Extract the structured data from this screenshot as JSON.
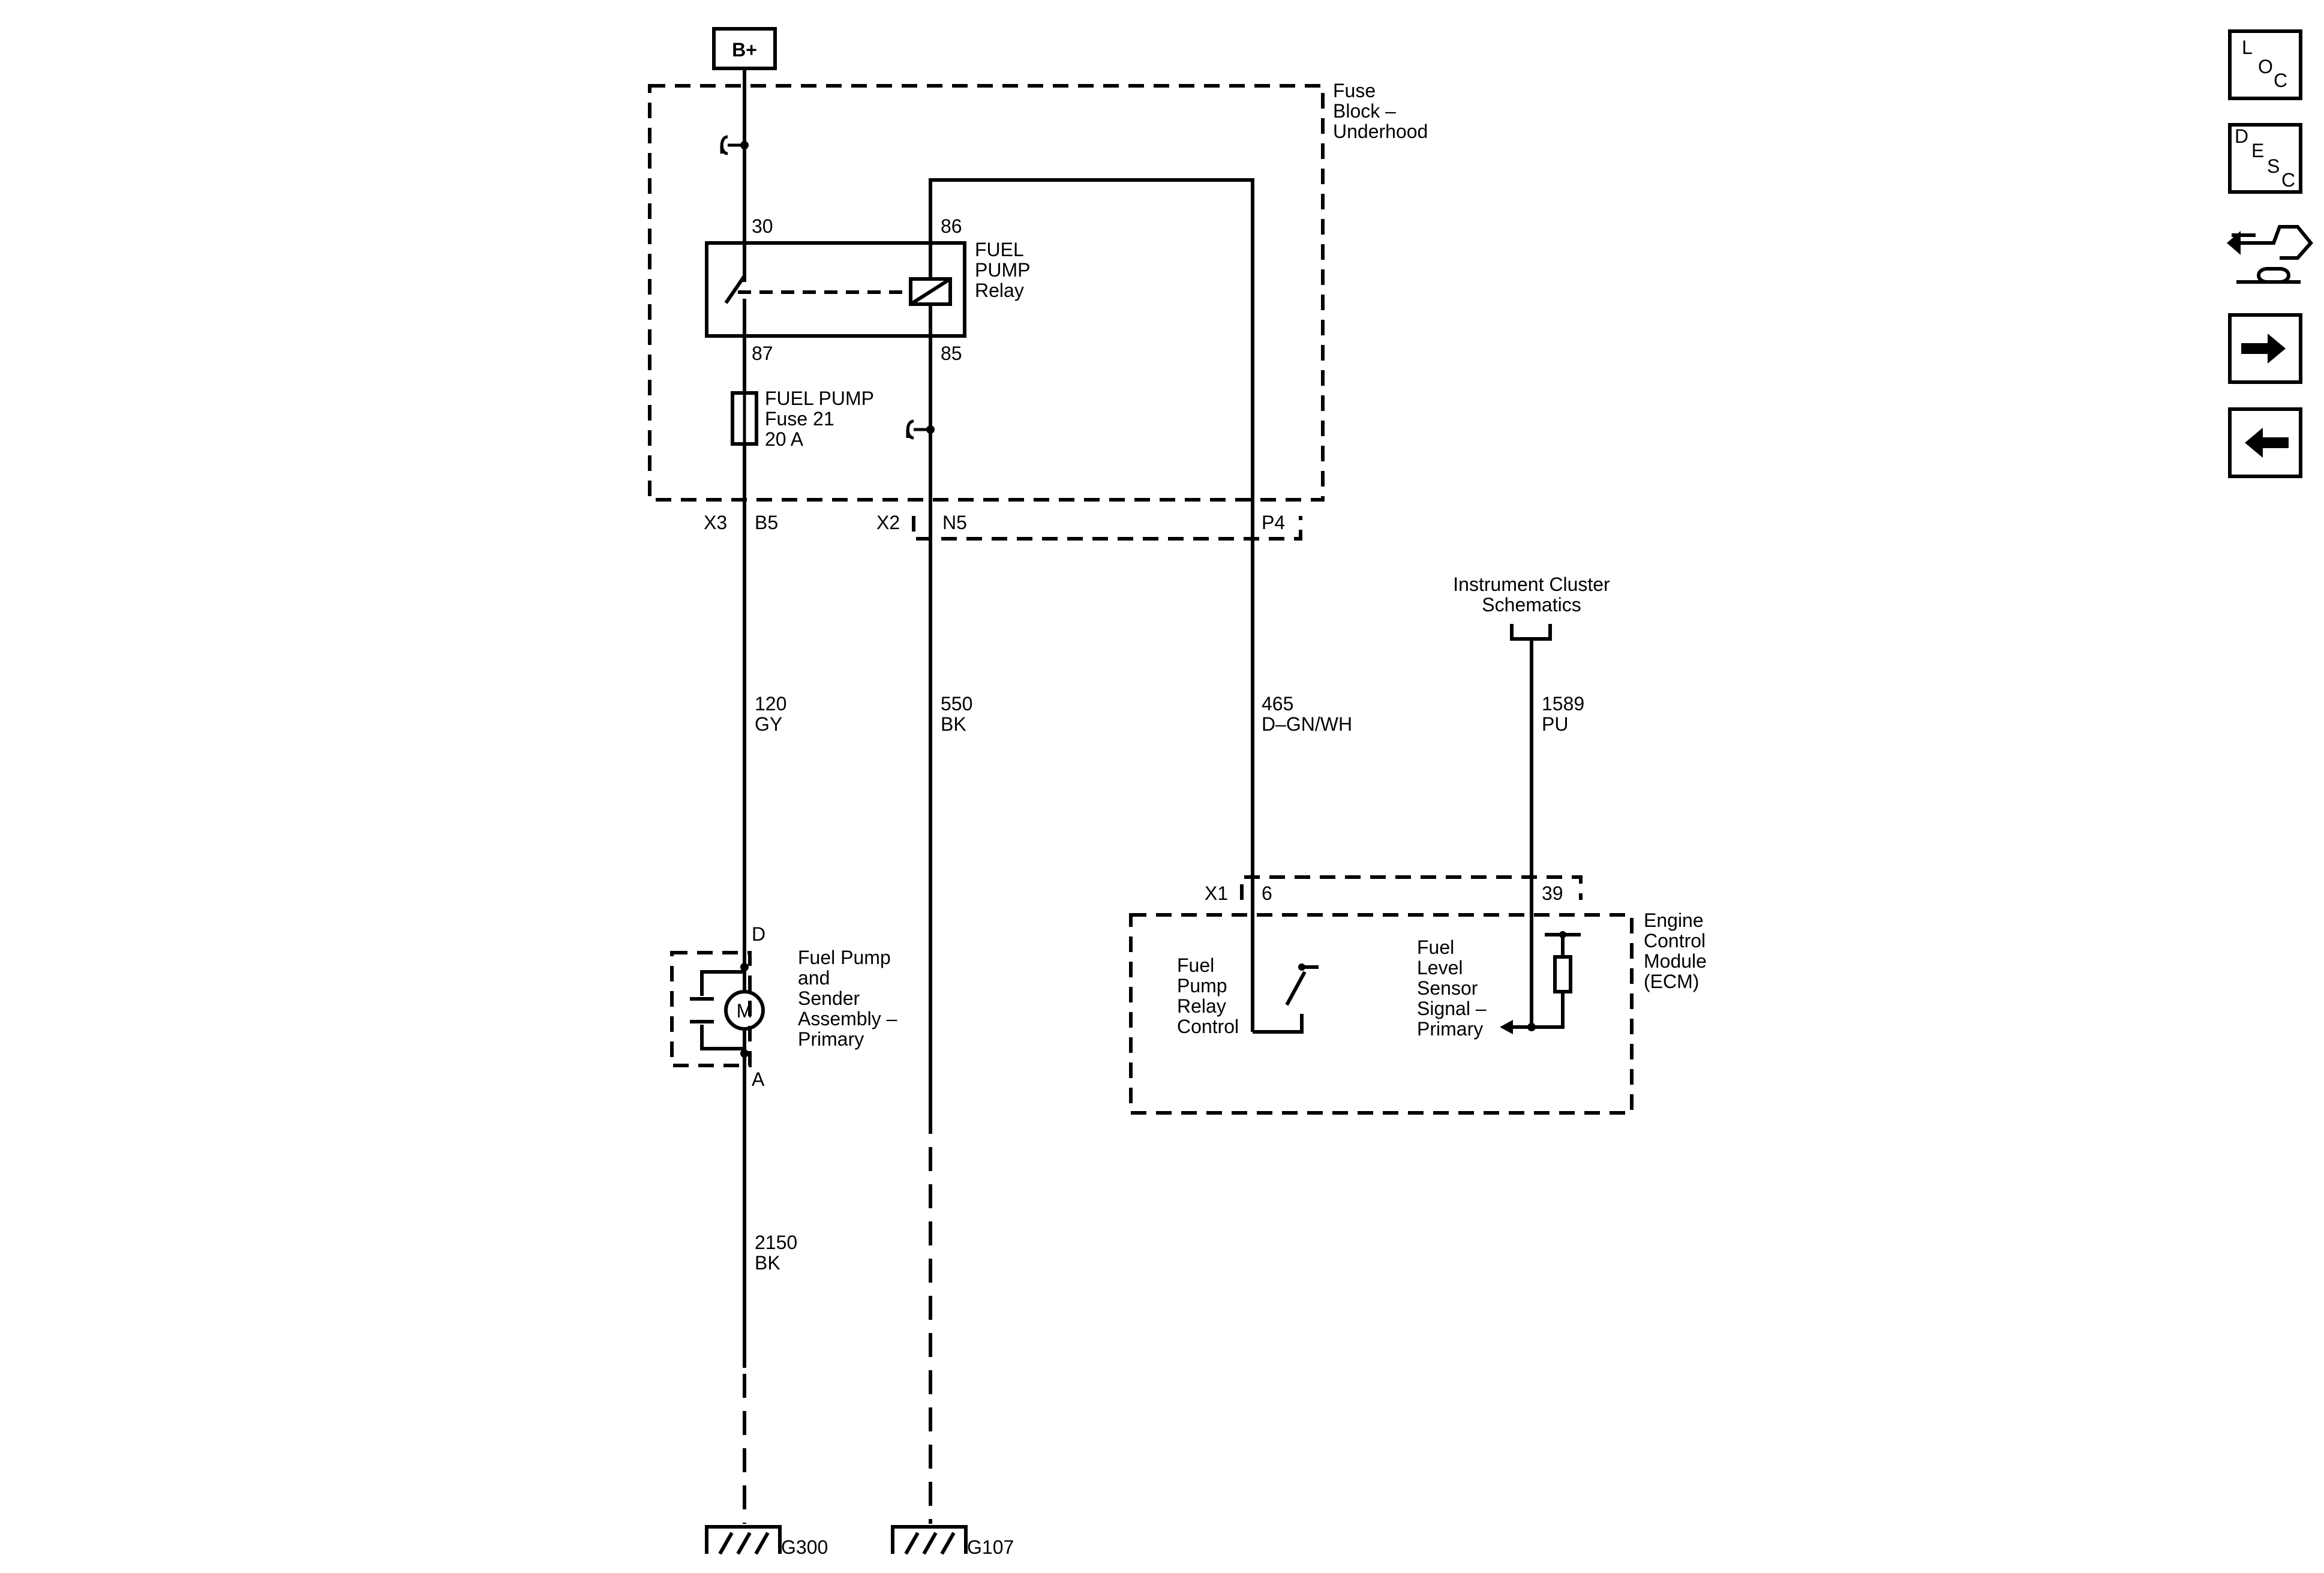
{
  "power": {
    "label": "B+"
  },
  "fuse_block": {
    "name": [
      "Fuse",
      "Block –",
      "Underhood"
    ],
    "relay": {
      "name": [
        "FUEL",
        "PUMP",
        "Relay"
      ],
      "pins": {
        "p30": "30",
        "p86": "86",
        "p87": "87",
        "p85": "85"
      }
    },
    "fuse": {
      "name": [
        "FUEL PUMP",
        "Fuse 21",
        "20 A"
      ]
    },
    "connectors": {
      "x3": "X3",
      "b5": "B5",
      "x2": "X2",
      "n5": "N5",
      "p4": "P4"
    }
  },
  "wires": [
    {
      "circuit": "120",
      "color": "GY"
    },
    {
      "circuit": "550",
      "color": "BK"
    },
    {
      "circuit": "465",
      "color": "D–GN/WH"
    },
    {
      "circuit": "1589",
      "color": "PU"
    },
    {
      "circuit": "2150",
      "color": "BK"
    }
  ],
  "instrument_cluster": {
    "label": [
      "Instrument Cluster",
      "Schematics"
    ]
  },
  "fuel_pump": {
    "name": [
      "Fuel Pump",
      "and",
      "Sender",
      "Assembly –",
      "Primary"
    ],
    "pin_top": "D",
    "pin_bottom": "A",
    "motor": "M"
  },
  "ecm": {
    "name": [
      "Engine",
      "Control",
      "Module",
      "(ECM)"
    ],
    "connector": "X1",
    "pin_relay": "6",
    "pin_sensor": "39",
    "relay_control": [
      "Fuel",
      "Pump",
      "Relay",
      "Control"
    ],
    "sensor_signal": [
      "Fuel",
      "Level",
      "Sensor",
      "Signal –",
      "Primary"
    ]
  },
  "grounds": {
    "g300": "G300",
    "g107": "G107"
  },
  "nav": {
    "loc": {
      "l": "L",
      "o": "O",
      "c": "C"
    },
    "desc": {
      "d": "D",
      "e": "E",
      "s": "S",
      "c": "C"
    }
  }
}
